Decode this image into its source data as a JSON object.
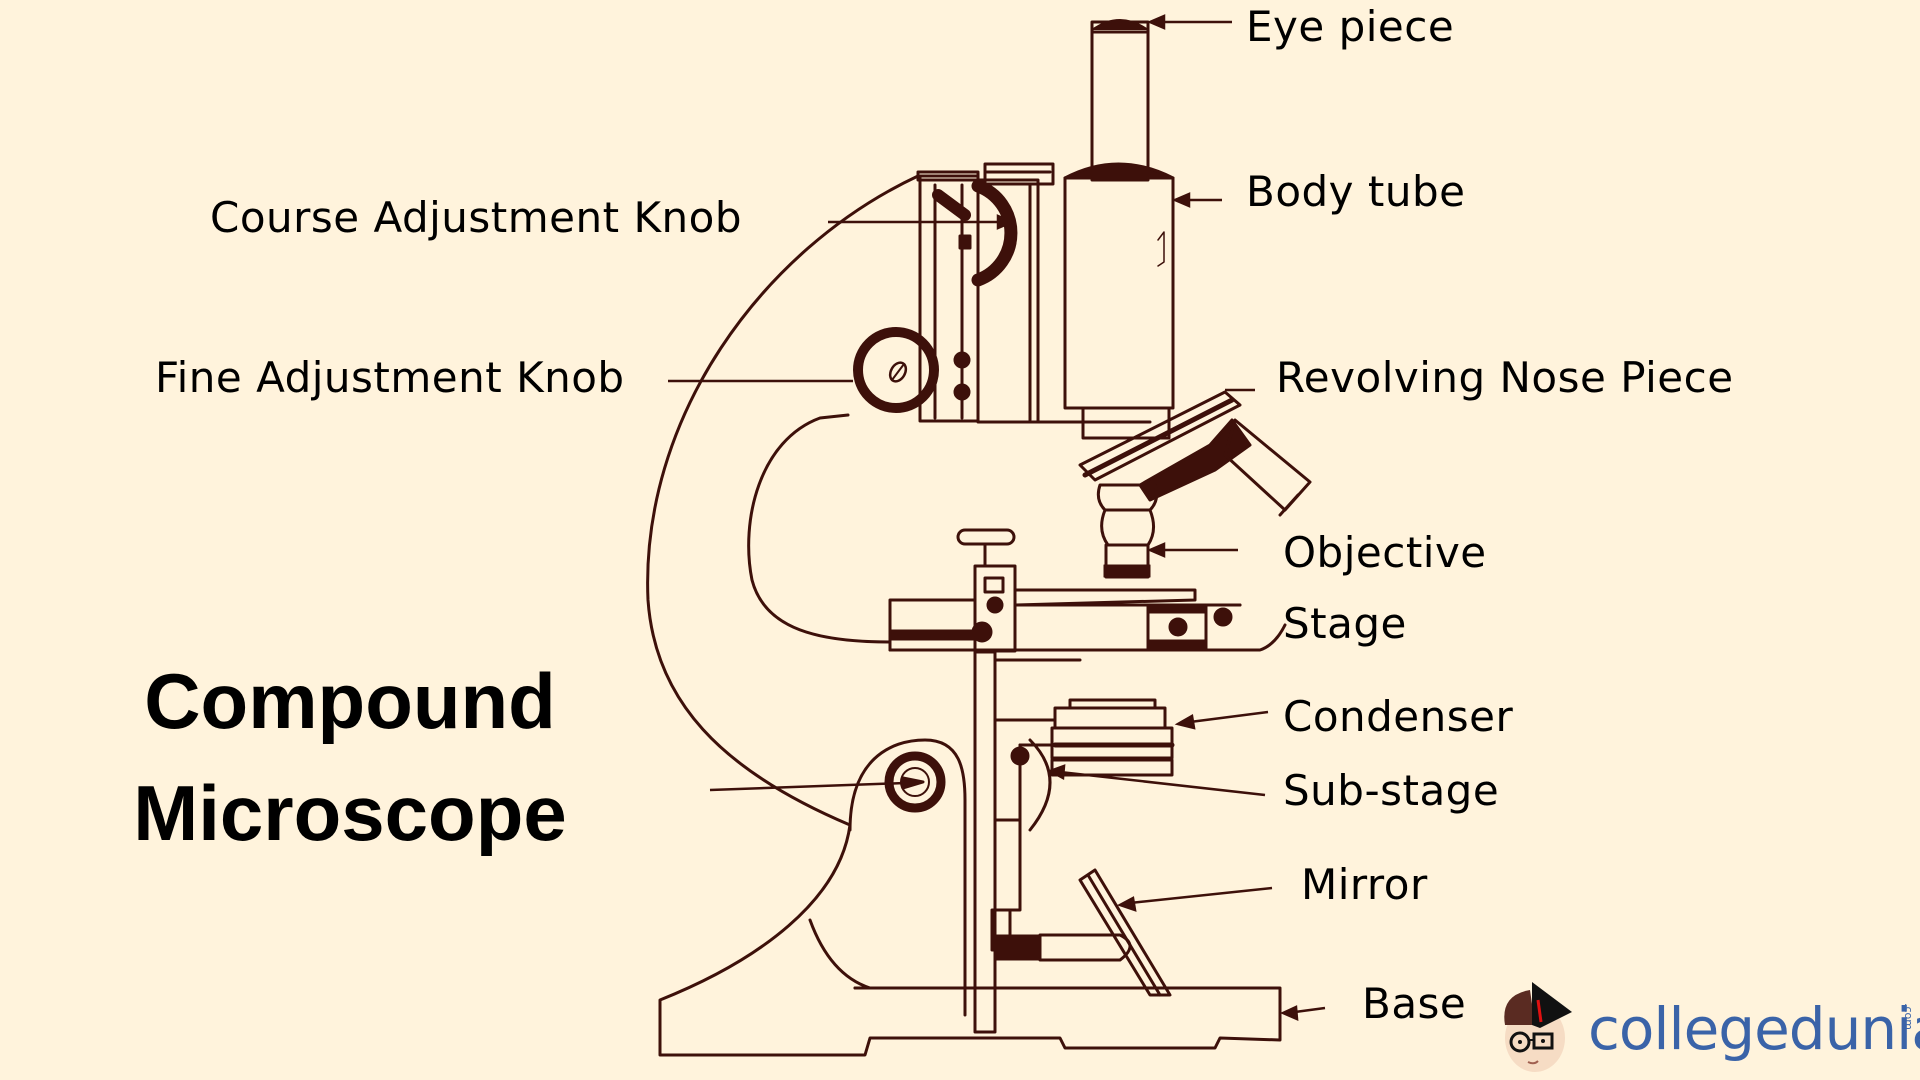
{
  "title": {
    "line1": "Compound",
    "line2": "Microscope"
  },
  "labels": {
    "eye_piece": "Eye piece",
    "body_tube": "Body tube",
    "coarse_adjustment_knob": "Course Adjustment Knob",
    "fine_adjustment_knob": "Fine Adjustment Knob",
    "revolving_nose_piece": "Revolving Nose Piece",
    "objective": "Objective",
    "stage": "Stage",
    "condenser": "Condenser",
    "sub_stage": "Sub-stage",
    "mirror": "Mirror",
    "base": "Base"
  },
  "logo": {
    "text": "collegedunia",
    "suffix": ".com",
    "mascot": "graduate-mascot-icon"
  },
  "colors": {
    "background": "#fff3dc",
    "ink": "#3d100a",
    "text": "#000000",
    "logo_blue": "#3a63a8"
  }
}
